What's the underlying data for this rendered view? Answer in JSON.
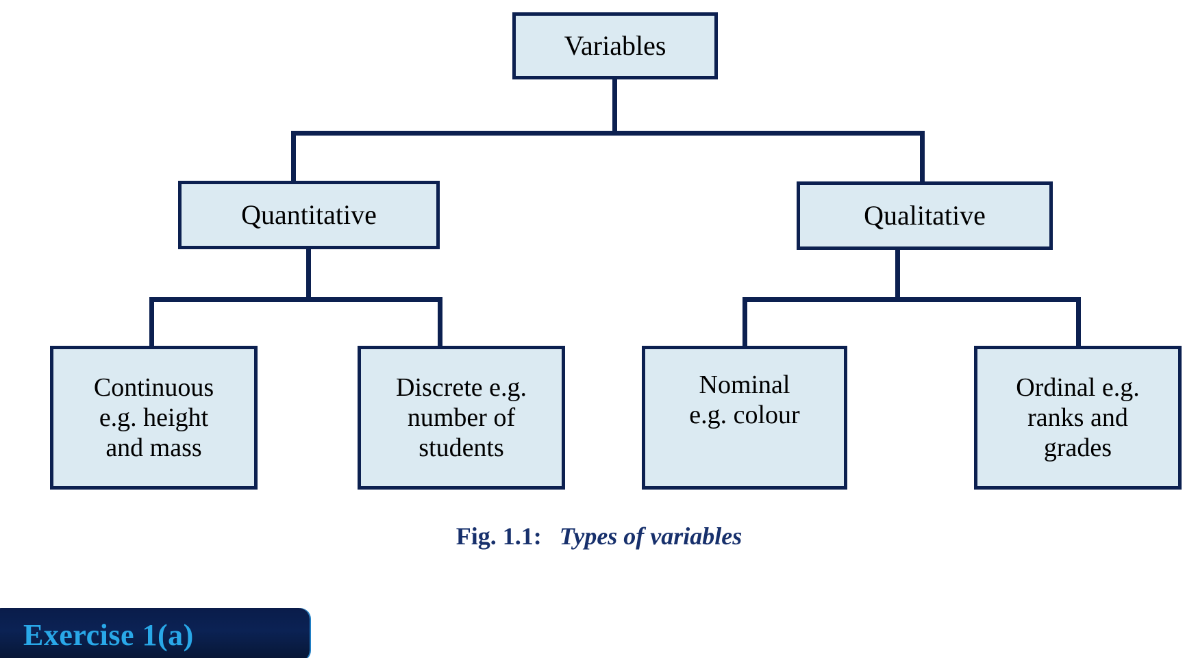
{
  "figure": {
    "caption_number": "Fig. 1.1:",
    "caption_title": "Types of variables"
  },
  "colors": {
    "box_fill": "#dbeaf2",
    "box_border": "#0c2050",
    "connector": "#0c2050",
    "caption_text": "#17306c",
    "banner_background": "#0b2254",
    "banner_text": "#29a8e8",
    "page_background": "#ffffff"
  },
  "tree": {
    "root": {
      "id": "variables",
      "label": "Variables"
    },
    "level1": [
      {
        "id": "quantitative",
        "label": "Quantitative"
      },
      {
        "id": "qualitative",
        "label": "Qualitative"
      }
    ],
    "level2": [
      {
        "id": "continuous",
        "parent": "quantitative",
        "label": "Continuous\ne.g. height\nand mass"
      },
      {
        "id": "discrete",
        "parent": "quantitative",
        "label": "Discrete e.g.\nnumber of\nstudents"
      },
      {
        "id": "nominal",
        "parent": "qualitative",
        "label": "Nominal\ne.g. colour"
      },
      {
        "id": "ordinal",
        "parent": "qualitative",
        "label": "Ordinal e.g.\nranks and\ngrades"
      }
    ]
  },
  "banner": {
    "label": "Exercise 1(a)"
  }
}
